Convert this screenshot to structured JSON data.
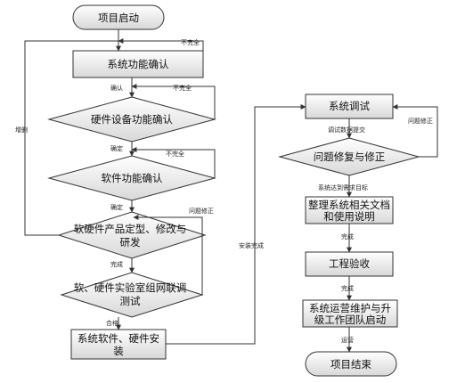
{
  "nodes": {
    "start": "项目启动",
    "confirm_sys": "系统功能确认",
    "hw_confirm": "硬件设备功能确认",
    "sw_confirm": "软件功能确认",
    "dev_line1": "软硬件产品定型、修改与",
    "dev_line2": "研发",
    "lab_line1": "软、硬件实验室组网联调",
    "lab_line2": "测试",
    "install_line1": "系统软件、硬件安",
    "install_line2": "装",
    "sys_debug": "系统调试",
    "fix": "问题修复与修正",
    "docs_line1": "整理系统相关文档",
    "docs_line2": "和使用说明",
    "acceptance": "工程验收",
    "ops_line1": "系统运营维护与升",
    "ops_line2": "级工作团队启动",
    "end": "项目结束"
  },
  "edges": {
    "incomplete1": "不完全",
    "confirm1": "确认",
    "incomplete2": "不完全",
    "confirm2": "确定",
    "incomplete3": "不完全",
    "confirm3": "确定",
    "add_remove": "增删",
    "issue_fix1": "问题修正",
    "done1": "完成",
    "pass": "合格",
    "install_done": "安装完成",
    "debug_submit": "调试数据提交",
    "issue_fix2": "问题修正",
    "meets_goal": "系统达到需求目标",
    "done2": "完成",
    "done3": "完成",
    "operate": "运营"
  }
}
